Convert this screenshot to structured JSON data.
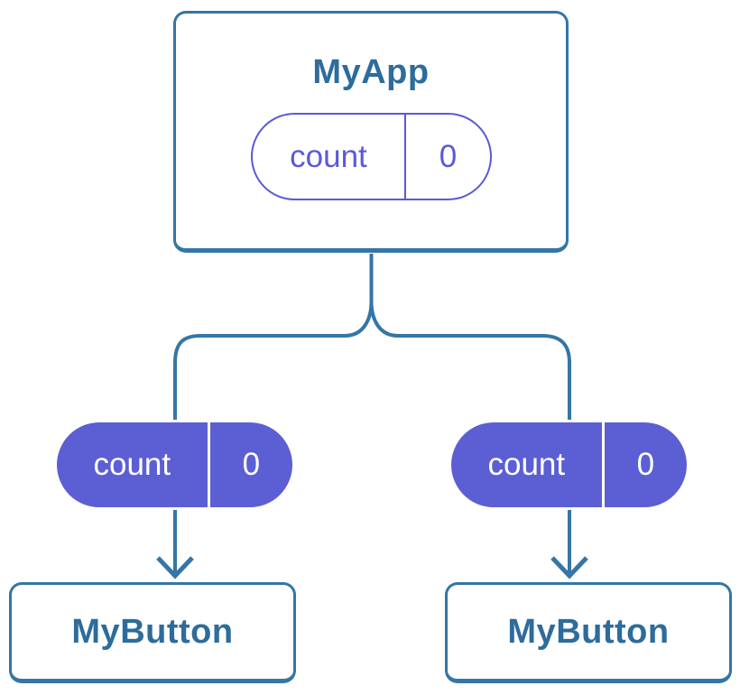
{
  "colors": {
    "line": "#3476A6",
    "node_text": "#2D6C9B",
    "pill_stroke": "#5A5AD6",
    "pill_fill": "#5C5FD3",
    "pill_text": "#FFFFFF",
    "background": "#FFFFFF"
  },
  "nodes": {
    "root": {
      "label": "MyApp",
      "state": {
        "name": "count",
        "value": "0"
      }
    },
    "left_child": {
      "label": "MyButton",
      "prop": {
        "name": "count",
        "value": "0"
      }
    },
    "right_child": {
      "label": "MyButton",
      "prop": {
        "name": "count",
        "value": "0"
      }
    }
  }
}
